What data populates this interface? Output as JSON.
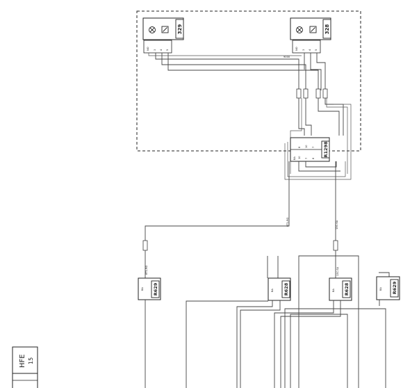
{
  "components": {
    "c329": "329",
    "c328": "328",
    "c1298": "R1298",
    "r629a": "R629",
    "r628a": "R628",
    "r628b": "R628",
    "r629b": "R629"
  },
  "title_block": {
    "code": "HFE",
    "number": "15"
  },
  "wire_labels": {
    "top_run": "9000",
    "mid_left": "BA",
    "mid_right": "BA",
    "left_drop": "8T1-RG",
    "right_drop": "13C-SA"
  },
  "pins": {
    "box_pins": [
      "NO",
      "3",
      "4",
      "5"
    ],
    "conn_pins_top": [
      "8",
      "10",
      "7"
    ],
    "conn_pins_bottom": [
      "10",
      "7",
      "8"
    ]
  },
  "colors": {
    "line": "#444444",
    "background": "#ffffff"
  }
}
